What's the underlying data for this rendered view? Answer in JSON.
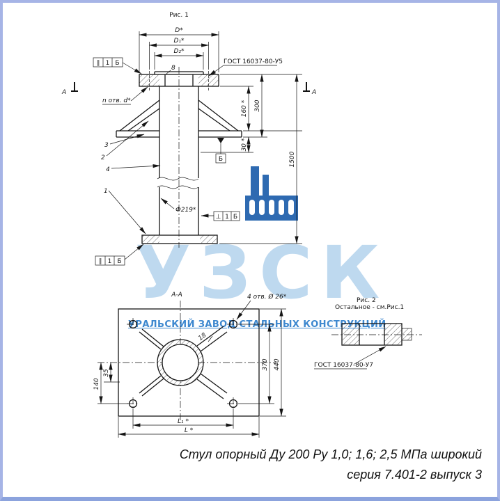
{
  "page": {
    "background": "#ffffff",
    "border_color": "#a6b4e6",
    "caption_line1": "Стул опорный Ду 200 Ру 1,0; 1,6; 2,5 МПа широкий",
    "caption_line2": "серия 7.401-2 выпуск 3"
  },
  "watermark": {
    "logo": "УЗСК",
    "subtitle": "УРАЛЬСКИЙ ЗАВОД СТАЛЬНЫХ КОНСТРУКЦИЙ",
    "logo_color": "#bed9ef",
    "subtitle_color": "#3e88cf",
    "icon_color": "#2e6ab1",
    "icon": "factory-icon"
  },
  "fig1": {
    "title": "Рис. 1",
    "gost_weld_top": "ГОСТ 16037-80-У5",
    "holes_note": "n отв. d*",
    "section_letter_left": "А",
    "section_letter_right": "А",
    "datum_label": "Б",
    "part_numbers": [
      "3",
      "2",
      "4",
      "1"
    ],
    "tol_top": [
      "∥",
      "1",
      "Б"
    ],
    "tol_mid": [
      "⊥",
      "1",
      "Б"
    ],
    "tol_bottom": [
      "∥",
      "1",
      "Б"
    ],
    "dims": {
      "D": "D*",
      "D1": "D₁*",
      "D2": "D₂*",
      "s8": "8",
      "h160": "160 *",
      "h300": "300",
      "h30": "30 *",
      "h1500": "1500",
      "phi219": "Ф219*"
    }
  },
  "sectionAA": {
    "title": "А-А",
    "holes_note": "4 отв. Ø 26*",
    "dims": {
      "d18": "18",
      "d35": "35",
      "d140": "140",
      "d370": "370",
      "d440": "440",
      "L1": "L₁ *",
      "L": "L *"
    }
  },
  "fig2": {
    "title": "Рис. 2",
    "note": "Остальное - см.Рис.1",
    "gost_weld": "ГОСТ 16037-80-У7"
  }
}
